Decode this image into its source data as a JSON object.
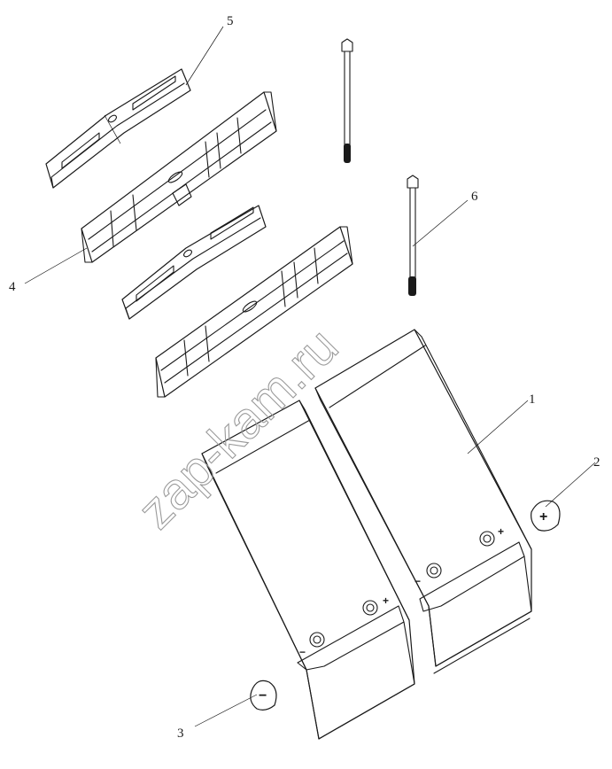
{
  "callouts": [
    {
      "number": "1",
      "part": "battery"
    },
    {
      "number": "2",
      "part": "terminal-cap-positive"
    },
    {
      "number": "3",
      "part": "terminal-cap-negative"
    },
    {
      "number": "4",
      "part": "battery-hold-down-frame"
    },
    {
      "number": "5",
      "part": "hold-down-clamp"
    },
    {
      "number": "6",
      "part": "hold-down-rod"
    }
  ],
  "terminal_signs": {
    "positive": "+",
    "negative": "−"
  },
  "watermark": "zap-kam.ru",
  "colors": {
    "line": "#1a1a1a",
    "watermark": "#9a9a9a",
    "background": "#ffffff"
  }
}
